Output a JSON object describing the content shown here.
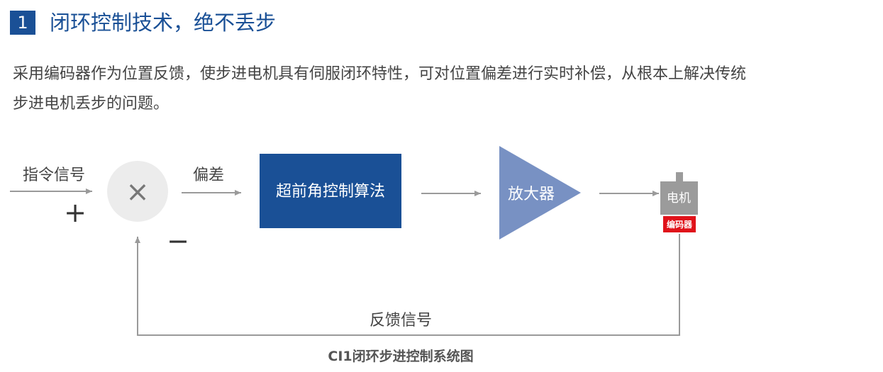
{
  "header": {
    "number": "1",
    "title": "闭环控制技术，绝不丢步"
  },
  "description": {
    "line1": "采用编码器作为位置反馈，使步进电机具有伺服闭环特性，可对位置偏差进行实时补偿，从根本上解决传统",
    "line2": "步进电机丢步的问题。"
  },
  "diagram": {
    "input_label": "指令信号",
    "plus_sign": "+",
    "minus_sign": "−",
    "comparator_symbol": "×",
    "error_label": "偏差",
    "controller_label": "超前角控制算法",
    "amplifier_label": "放大器",
    "motor_label": "电机",
    "encoder_label": "编码器",
    "feedback_label": "反馈信号",
    "colors": {
      "controller": "#1a5096",
      "amplifier": "#7891c3",
      "motor": "#9b9b9b",
      "encoder": "#e0121a",
      "comparator": "#ececec",
      "arrow": "#9a9a9a"
    }
  },
  "caption": "CI1闭环步进控制系统图"
}
